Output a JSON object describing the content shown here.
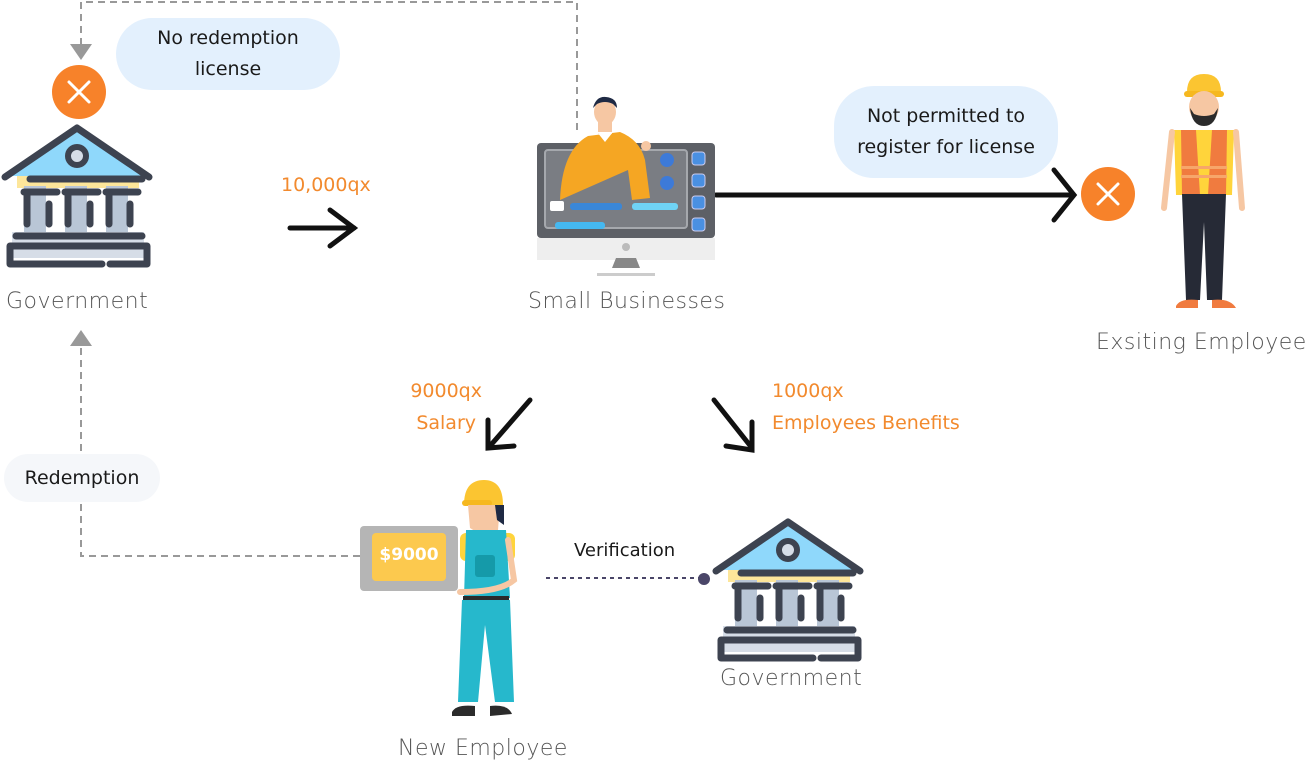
{
  "nodes": {
    "government_top": {
      "label": "Government"
    },
    "small_businesses": {
      "label": "Small Businesses"
    },
    "existing_employee": {
      "label": "Exsiting Employee"
    },
    "new_employee": {
      "label": "New Employee",
      "money_sign": "$9000"
    },
    "government_bottom": {
      "label": "Government"
    }
  },
  "edges": {
    "gov_to_business": {
      "amount": "10,000qx"
    },
    "business_to_new_employee": {
      "amount": "9000qx",
      "purpose": "Salary"
    },
    "business_to_government": {
      "amount": "1000qx",
      "purpose": "Employees Benefits"
    },
    "verification": {
      "label": "Verification"
    },
    "redemption": {
      "label": "Redemption"
    }
  },
  "callouts": {
    "no_redemption": {
      "line1": "No redemption",
      "line2": "license"
    },
    "not_permitted": {
      "line1": "Not permitted to",
      "line2": "register for license"
    }
  },
  "colors": {
    "accent_orange": "#f28a2e",
    "bubble_blue": "#e3f0fd",
    "dash_gray": "#999999",
    "dark": "#3d4350"
  }
}
